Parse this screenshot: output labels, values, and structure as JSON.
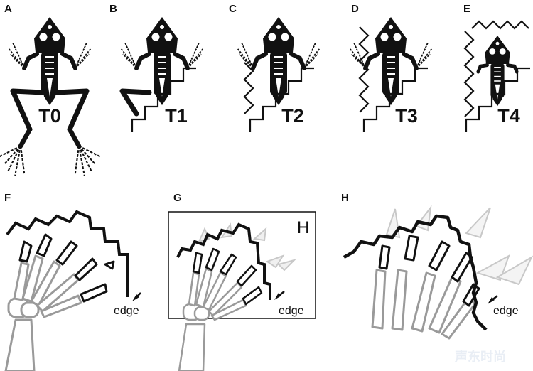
{
  "colors": {
    "ink": "#111111",
    "grey_bone": "#9a9a9a",
    "pale_bone": "#cfcfcf",
    "background": "#ffffff",
    "watermark": "#e9eef5"
  },
  "top_row": [
    {
      "panel": "A",
      "condition": "T0"
    },
    {
      "panel": "B",
      "condition": "T1"
    },
    {
      "panel": "C",
      "condition": "T2"
    },
    {
      "panel": "D",
      "condition": "T3"
    },
    {
      "panel": "E",
      "condition": "T4"
    }
  ],
  "bottom_row": {
    "panels": [
      "F",
      "G",
      "H"
    ],
    "inset_label": "H",
    "edge_label": "edge"
  },
  "watermark": "声东时尚"
}
